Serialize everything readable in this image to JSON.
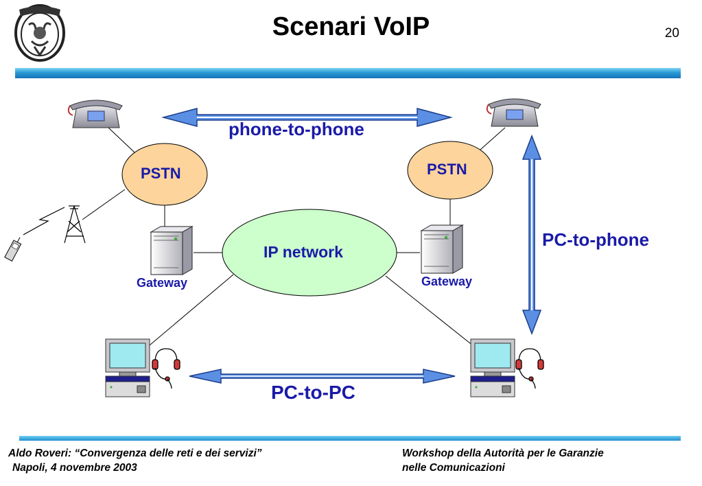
{
  "slide": {
    "title": "Scenari VoIP",
    "page_number": "20"
  },
  "diagram": {
    "pstn_left": "PSTN",
    "pstn_right": "PSTN",
    "ip_network": "IP network",
    "gateway_left": "Gateway",
    "gateway_right": "Gateway",
    "phone_to_phone": "phone-to-phone",
    "pc_to_phone": "PC-to-phone",
    "pc_to_pc": "PC-to-PC"
  },
  "footer": {
    "left_line1": "Aldo Roveri: “Convergenza delle reti e dei servizi”",
    "left_line2": "Napoli, 4 novembre 2003",
    "right_line1": "Workshop della Autorità per le Garanzie",
    "right_line2": "nelle Comunicazioni"
  },
  "colors": {
    "accent_blue": "#1a1aa8",
    "pstn_fill": "#fcd49c",
    "ip_fill": "#ccffcc",
    "arrow_fill": "#5b8fe3",
    "bar_blue": "#1f8fd0"
  },
  "icons": [
    "university-seal-icon",
    "desk-phone-icon",
    "cell-tower-icon",
    "mobile-phone-icon",
    "server-gateway-icon",
    "desktop-pc-icon",
    "headset-icon"
  ]
}
